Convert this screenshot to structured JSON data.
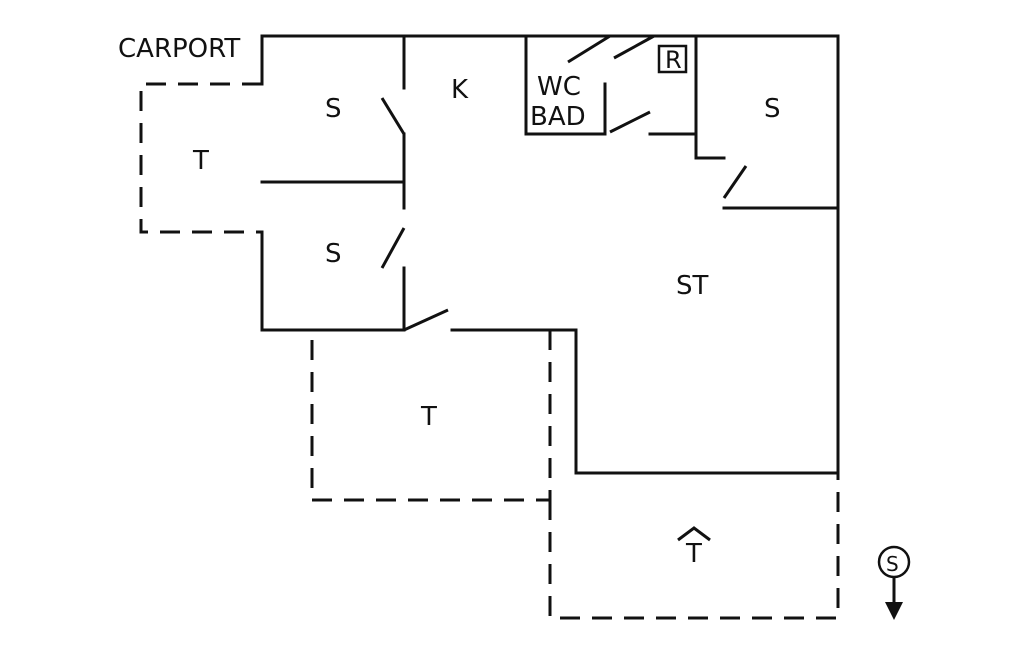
{
  "plan": {
    "carport_label": "CARPORT",
    "rooms": {
      "bedroom_top_left": "S",
      "bedroom_mid_left": "S",
      "bedroom_right": "S",
      "kitchen": "K",
      "wc_line1": "WC",
      "wc_line2": "BAD",
      "living": "ST",
      "terrace_left": "T",
      "terrace_bottom": "T",
      "terrace_right": "T"
    },
    "r_marker": "R",
    "south_marker": "S"
  }
}
